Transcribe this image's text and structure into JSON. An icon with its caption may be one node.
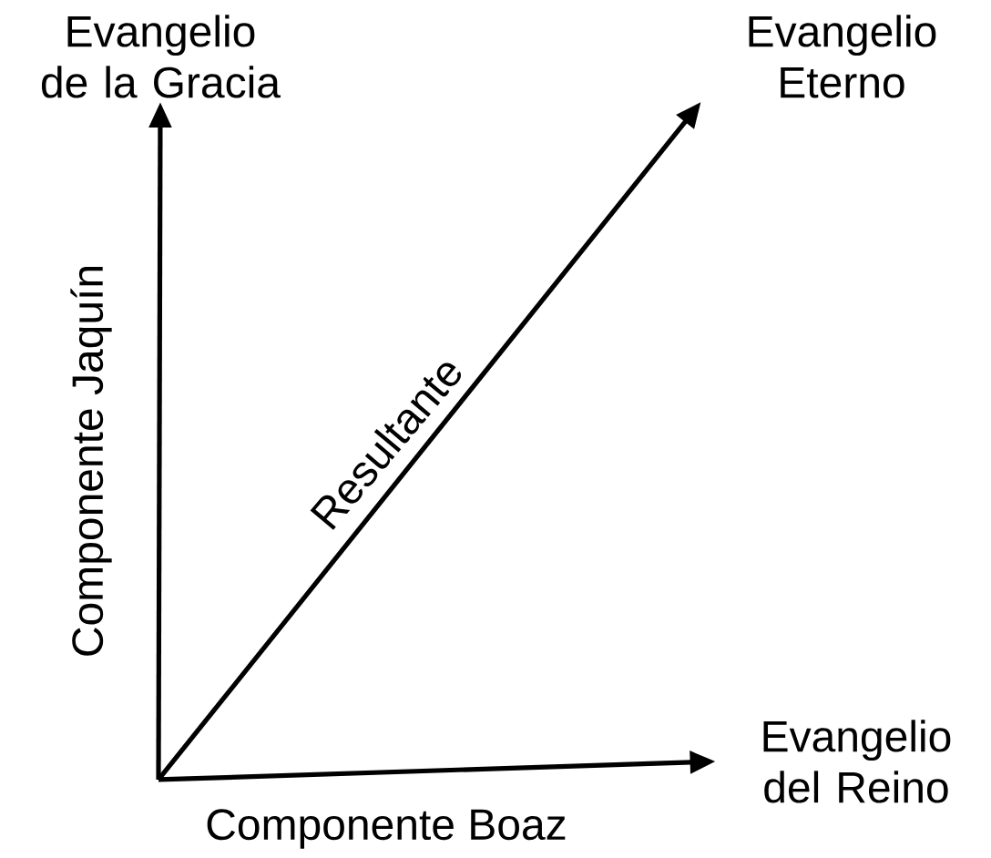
{
  "diagram": {
    "nodes": [
      {
        "text": [
          "Evangelio de la Gracia"
        ]
      },
      {
        "text": [
          "Evangelio Eterno"
        ]
      },
      {
        "text": [
          "Evangelio del Reino"
        ]
      }
    ],
    "edges": [
      {
        "from": null,
        "to": 0,
        "arrow": "to",
        "label": "Componente Jaquín"
      },
      {
        "from": null,
        "to": 1,
        "arrow": "to",
        "label": "Resultante"
      },
      {
        "from": null,
        "to": 2,
        "arrow": "to",
        "label": "Componente Boaz"
      }
    ]
  }
}
